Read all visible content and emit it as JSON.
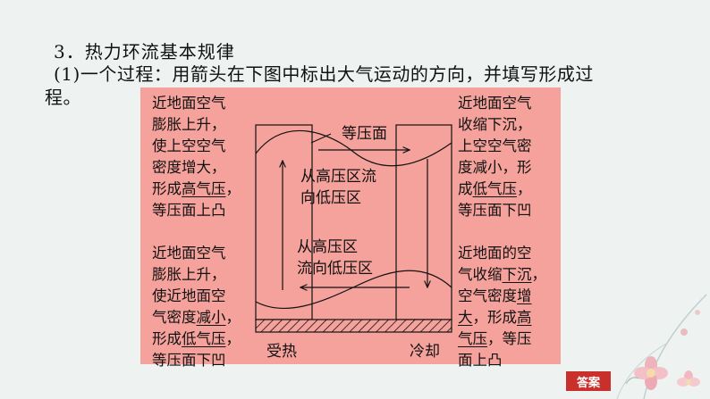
{
  "heading": "3．热力环流基本规律",
  "task": {
    "line1": "(1)一个过程：用箭头在下图中标出大气运动的方向，并填写形成过",
    "line2": "程。"
  },
  "top_left": {
    "l1": "近地面空气",
    "l2": "膨胀上升，",
    "l3": "使上空空气",
    "l4": "密度增大，",
    "l5a": "形成",
    "l5b": "高气压",
    "l5c": "，",
    "l6": "等压面上凸"
  },
  "bottom_left": {
    "l1": "近地面空气",
    "l2": "膨胀上升，",
    "l3": "使近地面空",
    "l4a": "气密度",
    "l4b": "减小",
    "l4c": "，",
    "l5a": "形成",
    "l5b": "低气压",
    "l5c": "，",
    "l6": "等压面下凹"
  },
  "top_right": {
    "l1": "近地面空气",
    "l2": "收缩下沉，",
    "l3": "上空空气密",
    "l4": "度减小，形",
    "l5a": "成",
    "l5b": "低气压",
    "l5c": "，",
    "l6": "等压面下凹"
  },
  "bottom_right": {
    "l1": "近地面的空",
    "l2a": "气收缩",
    "l2b": "下沉",
    "l2c": "，",
    "l3a": "空气密度",
    "l3b": "增",
    "l4a": "大",
    "l4b": "，形成",
    "l4c": "高",
    "l5a": "气压",
    "l5b": "，等压",
    "l6": "面上凸"
  },
  "diagram": {
    "isobar_label": "等压面",
    "upper_flow_1": "从高压区流",
    "upper_flow_2": "向低压区",
    "lower_flow_1": "从高压区",
    "lower_flow_2": "流向低压区",
    "heated": "受热",
    "cooled": "冷却"
  },
  "answer_label": "答案",
  "colors": {
    "panel": "#f5a29c",
    "answer_button": "#c9302c",
    "background": "#eef3f2"
  }
}
